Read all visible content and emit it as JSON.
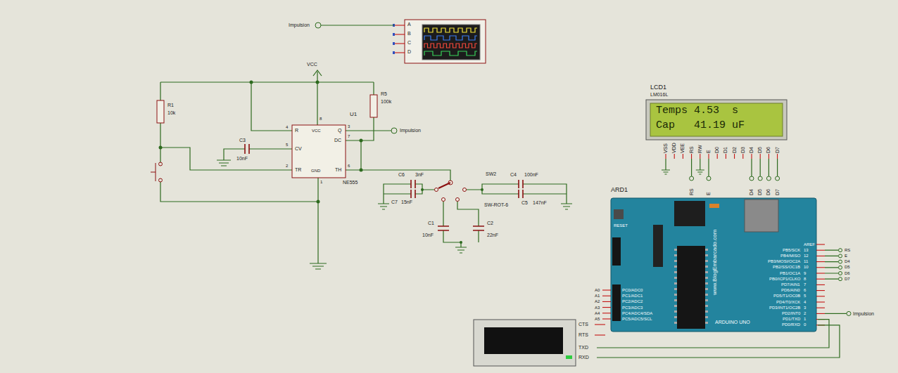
{
  "diagram": {
    "nodes": [
      {
        "text": [
          "A",
          "B",
          "C",
          "D"
        ]
      },
      {
        "text": [
          "U1",
          "R",
          "VCC",
          "Q",
          "DC",
          "CV",
          "TR",
          "GND",
          "TH",
          "NE555"
        ]
      },
      {
        "text": [
          "LCD1",
          "LM016L",
          "Temps 4.53  s",
          "Cap   41.19 uF"
        ]
      },
      {
        "text": [
          "ARD1",
          "ARDUINO UNO"
        ]
      },
      {
        "text": [
          "CTS",
          "RTS",
          "TXD",
          "RXD"
        ]
      }
    ],
    "edges": [
      {
        "from": 4,
        "to": 3,
        "arrow": "none"
      },
      {
        "from": 4,
        "to": 3,
        "arrow": "none"
      }
    ],
    "labels": [
      "Impulsion",
      "VCC",
      "R1",
      "10k",
      "R5",
      "100k",
      "C3",
      "10nF",
      "Impulsion",
      "4",
      "8",
      "3",
      "7",
      "6",
      "2",
      "5",
      "1",
      "C6",
      "3nF",
      "C7",
      "15nF",
      "SW2",
      "C4",
      "100nF",
      "C5",
      "147nF",
      "SW-ROT-6",
      "C1",
      "10nF",
      "C2",
      "22nF",
      "RESET",
      "www.BlogEmbarcado.com",
      "VSS",
      "VDD",
      "VEE",
      "RS",
      "RW",
      "E",
      "D0",
      "D1",
      "D2",
      "D3",
      "D4",
      "D5",
      "D6",
      "D7",
      "RS",
      "E",
      "D4",
      "D5",
      "D6",
      "D7",
      "AREF",
      "13",
      "12",
      "11",
      "10",
      "9",
      "8",
      "7",
      "6",
      "5",
      "4",
      "3",
      "2",
      "1",
      "0",
      "PB5/SCK",
      "PB4/MISO",
      "PB3/MOSI/OC2A",
      "PB2/SS/OC1B",
      "PB1/OC1A",
      "PB0/ICP1/CLKO",
      "PD7/AIN1",
      "PD6/AIN0",
      "PD5/T1/OC0B",
      "PD4/T0/XCK",
      "PD3/INT1/OC2B",
      "PD2/INT0",
      "PD1/TXD",
      "PD0/RXD",
      "A0",
      "A1",
      "A2",
      "A3",
      "A4",
      "A5",
      "PC0/ADC0",
      "PC1/ADC1",
      "PC2/ADC2",
      "PC3/ADC3",
      "PC4/ADC4/SDA",
      "PC5/ADC5/SCL",
      "RS",
      "E",
      "D4",
      "D5",
      "D6",
      "D7",
      "Impulsion"
    ]
  }
}
